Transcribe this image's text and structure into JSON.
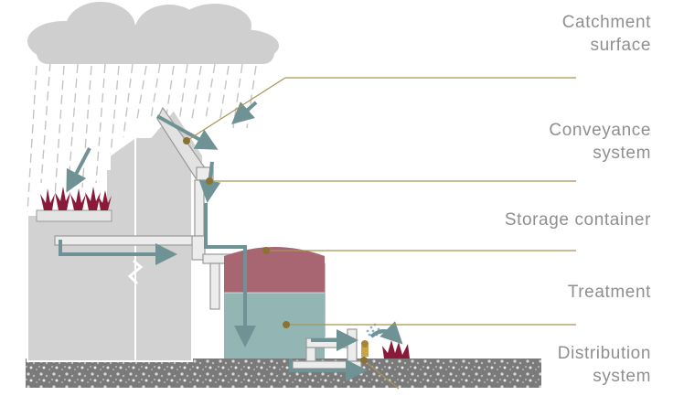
{
  "labels": {
    "catchment": "Catchment\nsurface",
    "conveyance": "Conveyance\nsystem",
    "storage": "Storage container",
    "treatment": "Treatment",
    "distribution": "Distribution\nsystem"
  },
  "colors": {
    "leader": "#a89456",
    "leader_dot": "#8a7332",
    "arrow": "#6f9294",
    "building": "#d2d2d2",
    "building_stroke": "#ffffff",
    "tank_top": "#a86572",
    "tank_water": "#93b5b4",
    "cloud": "#cfcfcf",
    "plant": "#8a1a3a",
    "ground": "#8e8e8e",
    "pipe": "#ececec",
    "label_text": "#8f8f8f"
  },
  "icons": {
    "rain": "rain-streaks-icon",
    "cloud": "cloud-icon",
    "plant": "plant-icon",
    "sprinkler": "sprinkler-icon"
  }
}
